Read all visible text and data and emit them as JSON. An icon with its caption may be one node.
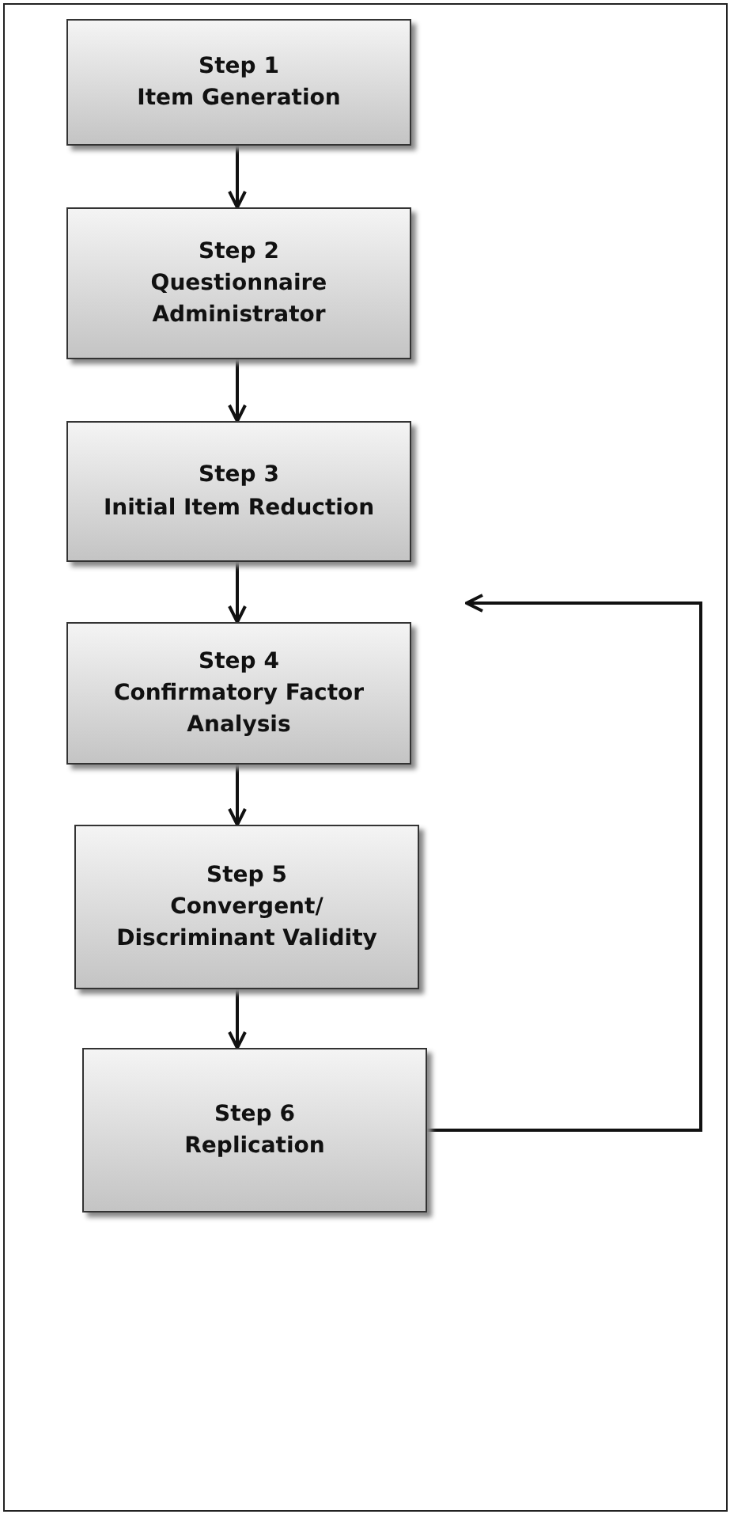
{
  "diagram": {
    "nodes": [
      {
        "text": [
          "Step 1",
          "Item Generation"
        ]
      },
      {
        "text": [
          "Step 2",
          "Questionnaire Administrator"
        ]
      },
      {
        "text": [
          "Step 3",
          "Initial Item Reduction"
        ]
      },
      {
        "text": [
          "Step 4",
          "Confirmatory Factor Analysis"
        ]
      },
      {
        "text": [
          "Step 5",
          "Convergent/ Discriminant Validity"
        ]
      },
      {
        "text": [
          "Step 6",
          "Replication"
        ]
      }
    ],
    "edges": [
      {
        "from": 0,
        "to": 1,
        "arrow": "to"
      },
      {
        "from": 1,
        "to": 2,
        "arrow": "to"
      },
      {
        "from": 2,
        "to": 3,
        "arrow": "to"
      },
      {
        "from": 3,
        "to": 4,
        "arrow": "to"
      },
      {
        "from": 4,
        "to": 5,
        "arrow": "to"
      },
      {
        "from": 5,
        "to": null,
        "arrow": "to"
      }
    ]
  }
}
